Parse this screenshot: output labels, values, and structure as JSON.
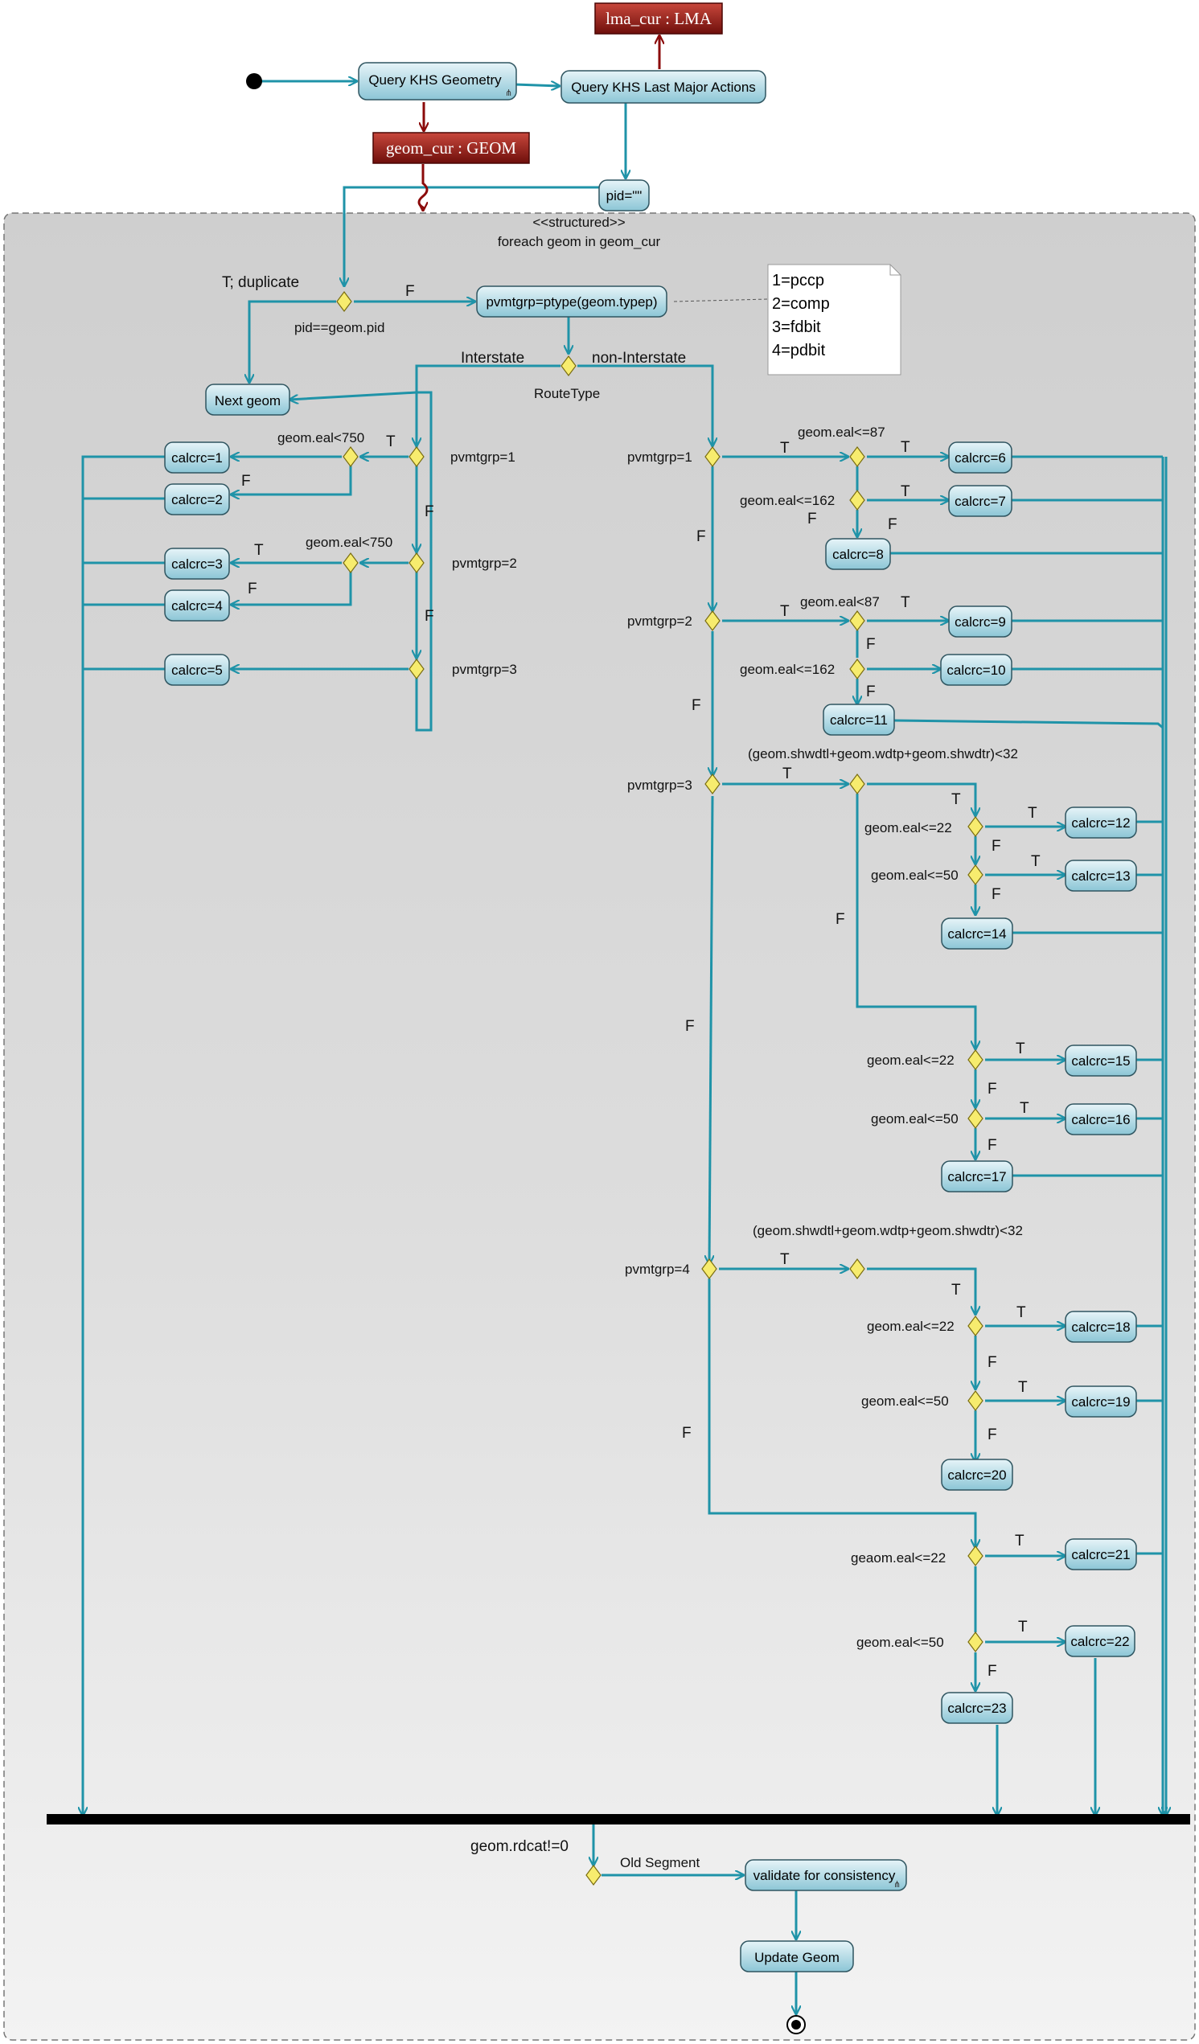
{
  "region": {
    "stereotype": "<<structured>>",
    "title": "foreach geom in geom_cur"
  },
  "objects": {
    "lma": "lma_cur : LMA",
    "geom": "geom_cur : GEOM"
  },
  "actions": {
    "query_geometry": "Query KHS Geometry",
    "query_lma": "Query KHS Last Major Actions",
    "pid_init": "pid=\"\"",
    "ptype": "pvmtgrp=ptype(geom.typep)",
    "next_geom": "Next geom",
    "validate": "validate for consistency",
    "update_geom": "Update Geom"
  },
  "note": [
    "1=pccp",
    "2=comp",
    "3=fdbit",
    "4=pdbit"
  ],
  "calcrc": [
    "calcrc=1",
    "calcrc=2",
    "calcrc=3",
    "calcrc=4",
    "calcrc=5",
    "calcrc=6",
    "calcrc=7",
    "calcrc=8",
    "calcrc=9",
    "calcrc=10",
    "calcrc=11",
    "calcrc=12",
    "calcrc=13",
    "calcrc=14",
    "calcrc=15",
    "calcrc=16",
    "calcrc=17",
    "calcrc=18",
    "calcrc=19",
    "calcrc=20",
    "calcrc=21",
    "calcrc=22",
    "calcrc=23"
  ],
  "labels": {
    "t_duplicate": "T; duplicate",
    "pid_eq": "pid==geom.pid",
    "interstate": "Interstate",
    "non_interstate": "non-Interstate",
    "route_type": "RouteType",
    "pvmtgrp1": "pvmtgrp=1",
    "pvmtgrp2": "pvmtgrp=2",
    "pvmtgrp3": "pvmtgrp=3",
    "pvmtgrp4": "pvmtgrp=4",
    "eal750": "geom.eal<750",
    "eal87le": "geom.eal<=87",
    "eal162le": "geom.eal<=162",
    "eal87lt": "geom.eal<87",
    "shw_sum": "(geom.shwdtl+geom.wdtp+geom.shwdtr)<32",
    "eal22": "geom.eal<=22",
    "eal50": "geom.eal<=50",
    "geaom22": "geaom.eal<=22",
    "rdcat": "geom.rdcat!=0",
    "old_segment": "Old Segment",
    "T": "T",
    "F": "F"
  },
  "colors": {
    "flow": "#1f93a8",
    "object_flow": "#8b0a0a",
    "object_fill": "#9c2a22",
    "action_fill": "#bfe0ea",
    "decision_fill": "#f7ec6e",
    "region_fill": "#d6d6d6"
  }
}
